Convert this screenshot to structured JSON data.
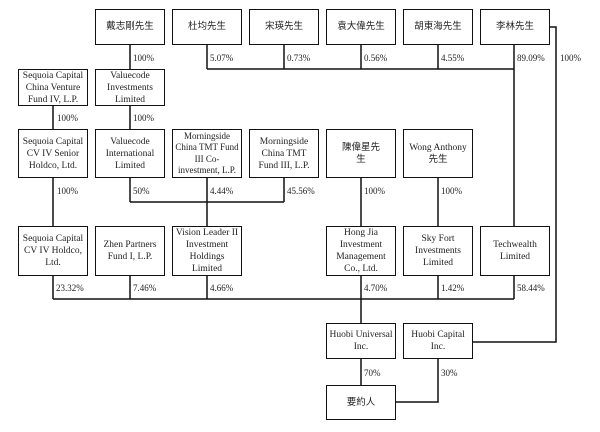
{
  "diagram": {
    "type": "shareholding-structure",
    "entities": {
      "dai": "戴志剛先生",
      "du": "杜均先生",
      "song": "宋瑛先生",
      "yuan": "袁大偉先生",
      "hu": "胡東海先生",
      "li": "李林先生",
      "sequoia_venture": "Sequoia Capital China Venture Fund IV, L.P.",
      "valuecode_inv": "Valuecode Investments Limited",
      "sequoia_senior": "Sequoia Capital CV IV Senior Holdco, Ltd.",
      "valuecode_intl": "Valuecode International Limited",
      "morningside_co": "Morningside China TMT Fund III Co-investment, L.P.",
      "morningside_fund": "Morningside China TMT Fund III, L.P.",
      "chen": "陳偉星先生",
      "wong": "Wong Anthony 先生",
      "sequoia_holdco": "Sequoia Capital CV IV Holdco, Ltd.",
      "zhen": "Zhen Partners Fund I, L.P.",
      "vision": "Vision Leader II Investment Holdings Limited",
      "hongjia": "Hong Jia Investment Management Co., Ltd.",
      "skyfort": "Sky Fort Investments Limited",
      "techwealth": "Techwealth Limited",
      "huobi_universal": "Huobi Universal Inc.",
      "huobi_capital": "Huobi Capital Inc.",
      "offeror": "要約人"
    },
    "ownership": [
      {
        "from": "dai",
        "to": "valuecode_inv",
        "pct": "100%"
      },
      {
        "from": "du",
        "to": "techwealth",
        "pct": "5.07%"
      },
      {
        "from": "song",
        "to": "techwealth",
        "pct": "0.73%"
      },
      {
        "from": "yuan",
        "to": "techwealth",
        "pct": "0.56%"
      },
      {
        "from": "hu",
        "to": "techwealth",
        "pct": "4.55%"
      },
      {
        "from": "li",
        "to": "techwealth",
        "pct": "89.09%"
      },
      {
        "from": "li",
        "to": "huobi_capital",
        "pct": "100%"
      },
      {
        "from": "sequoia_venture",
        "to": "sequoia_senior",
        "pct": "100%"
      },
      {
        "from": "valuecode_inv",
        "to": "valuecode_intl",
        "pct": "100%"
      },
      {
        "from": "sequoia_senior",
        "to": "sequoia_holdco",
        "pct": "100%"
      },
      {
        "from": "valuecode_intl",
        "to": "vision",
        "pct": "50%"
      },
      {
        "from": "morningside_co",
        "to": "vision",
        "pct": "4.44%"
      },
      {
        "from": "morningside_fund",
        "to": "vision",
        "pct": "45.56%"
      },
      {
        "from": "chen",
        "to": "hongjia",
        "pct": "100%"
      },
      {
        "from": "wong",
        "to": "skyfort",
        "pct": "100%"
      },
      {
        "from": "sequoia_holdco",
        "to": "huobi_universal",
        "pct": "23.32%"
      },
      {
        "from": "zhen",
        "to": "huobi_universal",
        "pct": "7.46%"
      },
      {
        "from": "vision",
        "to": "huobi_universal",
        "pct": "4.66%"
      },
      {
        "from": "hongjia",
        "to": "huobi_universal",
        "pct": "4.70%"
      },
      {
        "from": "skyfort",
        "to": "huobi_universal",
        "pct": "1.42%"
      },
      {
        "from": "techwealth",
        "to": "huobi_universal",
        "pct": "58.44%"
      },
      {
        "from": "huobi_universal",
        "to": "offeror",
        "pct": "70%"
      },
      {
        "from": "huobi_capital",
        "to": "offeror",
        "pct": "30%"
      }
    ]
  }
}
